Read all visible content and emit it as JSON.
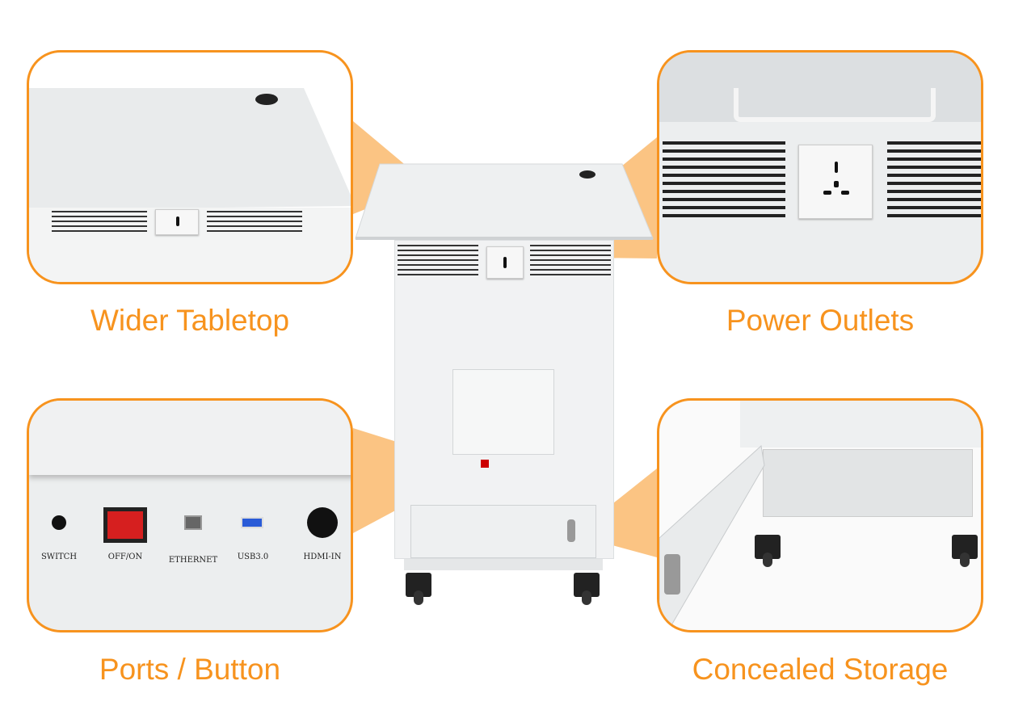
{
  "features": [
    {
      "title": "Wider Tabletop"
    },
    {
      "title": "Power Outlets"
    },
    {
      "title": "Ports / Button",
      "ports": [
        "SWITCH",
        "OFF/ON",
        "ETHERNET",
        "USB3.0",
        "HDMI-IN"
      ]
    },
    {
      "title": "Concealed Storage"
    }
  ],
  "colors": {
    "accent": "#f7931e"
  }
}
